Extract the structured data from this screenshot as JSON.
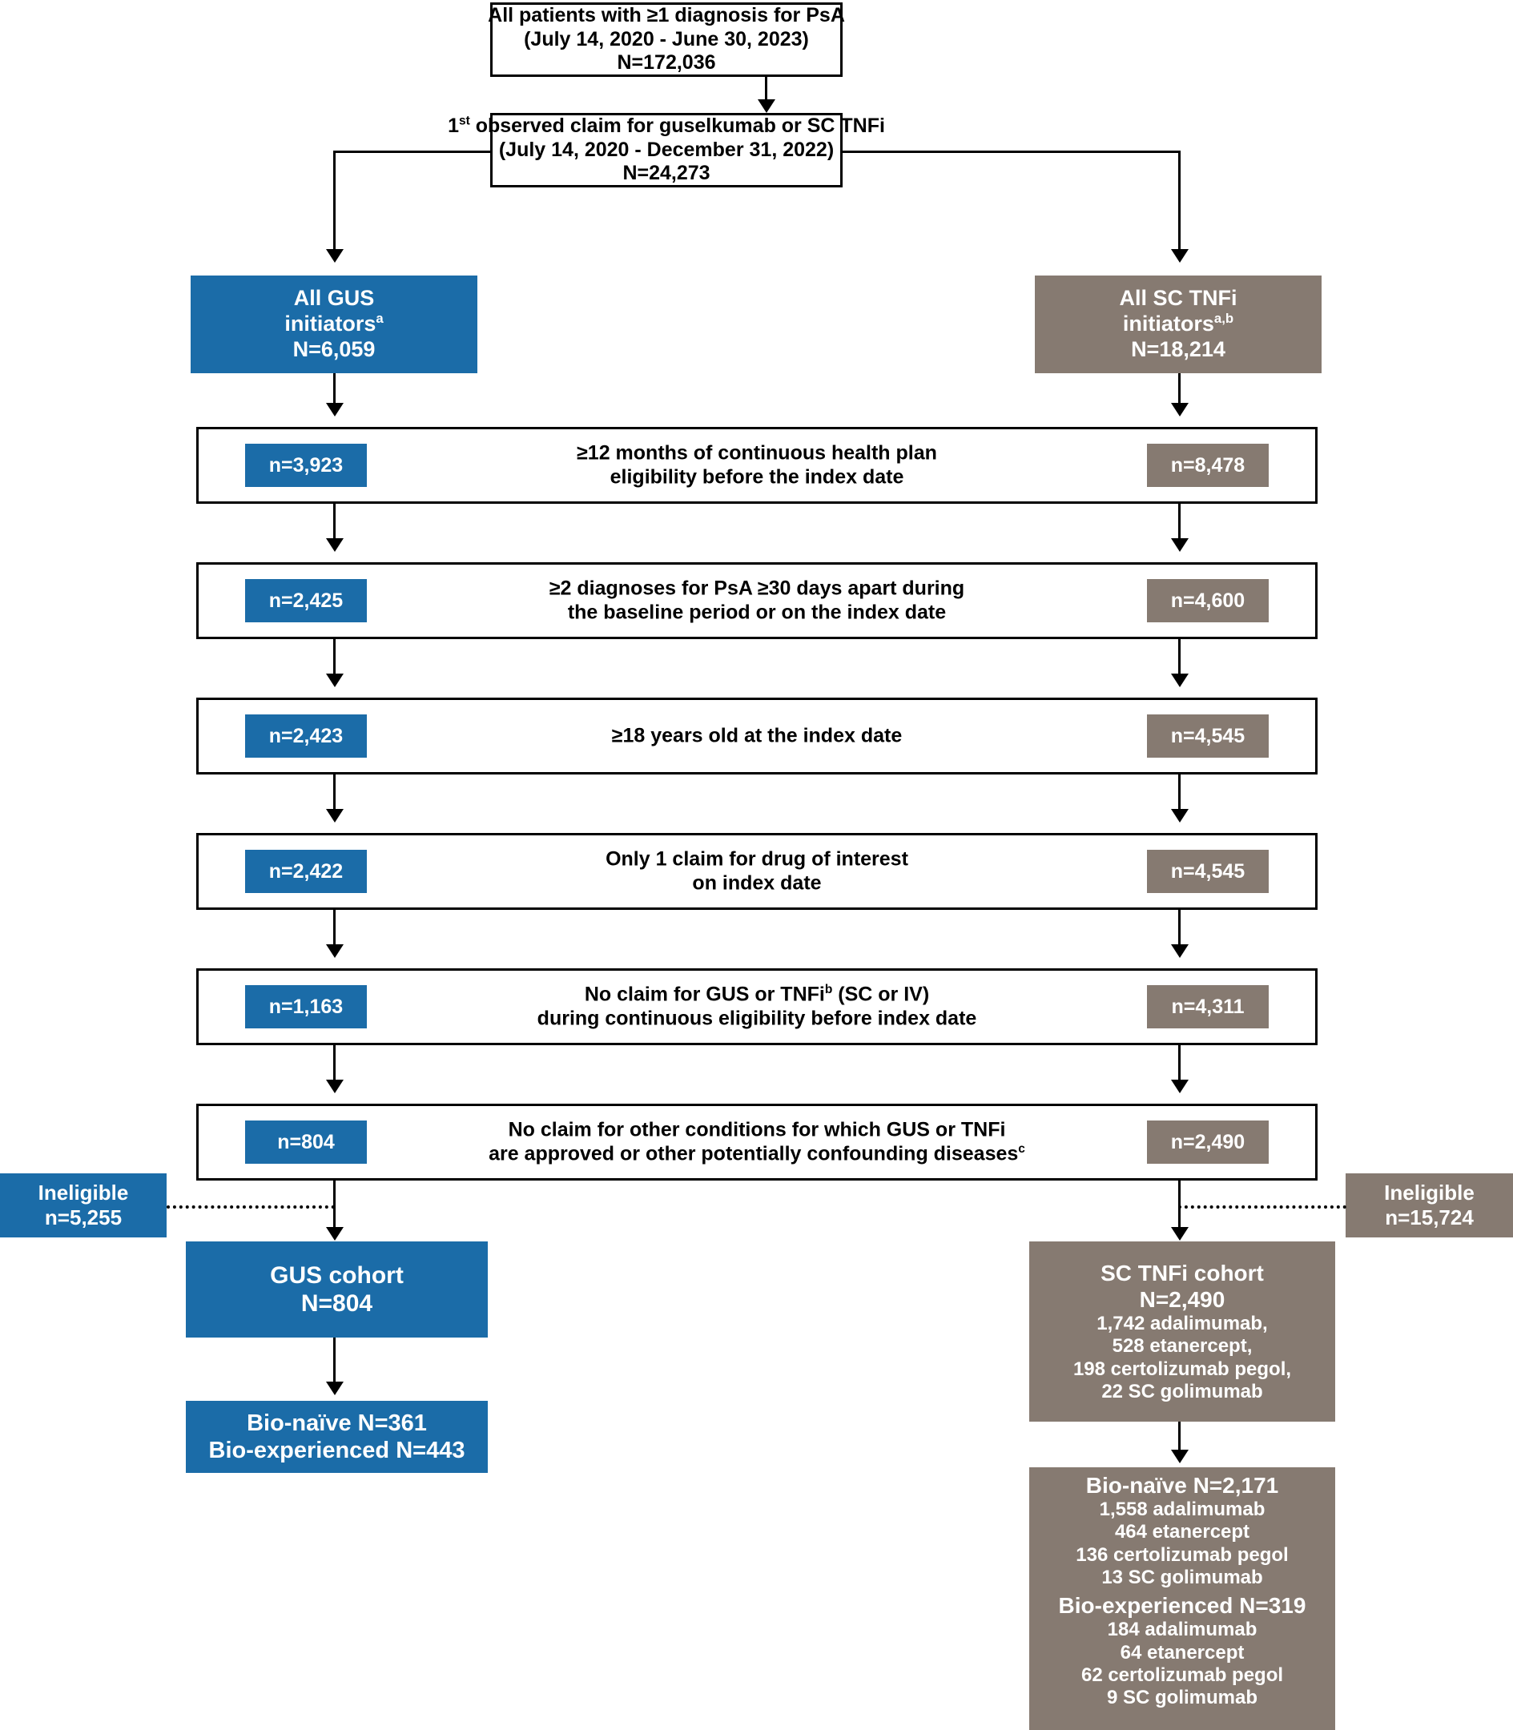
{
  "colors": {
    "gus_blue": "#1b6ca8",
    "tnfi_brown": "#867a71",
    "outline": "#000000",
    "background": "#ffffff"
  },
  "chart_data": {
    "type": "flowchart",
    "title": "Patient attrition flow diagram: GUS vs SC TNFi initiators with PsA",
    "nodes": [
      {
        "id": "source",
        "label": "All patients with ≥1 diagnosis for PsA (July 14, 2020 - June 30, 2023)",
        "n": 172036
      },
      {
        "id": "first_claim",
        "label": "1st observed claim for guselkumab or SC TNFi (July 14, 2020 - December 31, 2022)",
        "n": 24273
      },
      {
        "id": "gus_init",
        "label": "All GUS initiators",
        "n": 6059
      },
      {
        "id": "tnfi_init",
        "label": "All SC TNFi initiators",
        "n": 18214
      },
      {
        "id": "gus_cohort",
        "label": "GUS cohort",
        "n": 804
      },
      {
        "id": "tnfi_cohort",
        "label": "SC TNFi cohort",
        "n": 2490
      }
    ],
    "criteria_steps": [
      {
        "criterion": "≥12 months of continuous health plan eligibility before the index date",
        "gus": 3923,
        "tnfi": 8478
      },
      {
        "criterion": "≥2 diagnoses for PsA ≥30 days apart during the baseline period or on the index date",
        "gus": 2425,
        "tnfi": 4600
      },
      {
        "criterion": "≥18 years old at the index date",
        "gus": 2423,
        "tnfi": 4545
      },
      {
        "criterion": "Only 1 claim for drug of interest on index date",
        "gus": 2422,
        "tnfi": 4545
      },
      {
        "criterion": "No claim for GUS or TNFi (SC or IV) during continuous eligibility before index date",
        "gus": 1163,
        "tnfi": 4311
      },
      {
        "criterion": "No claim for other conditions for which GUS or TNFi are approved or other potentially confounding diseases",
        "gus": 804,
        "tnfi": 2490
      }
    ],
    "ineligible": {
      "gus": 5255,
      "tnfi": 15724
    }
  },
  "top": {
    "source_box": {
      "line1": "All patients with ≥1 diagnosis for PsA",
      "line2": "(July 14, 2020 - June 30, 2023)",
      "line3": "N=172,036"
    },
    "first_claim_box": {
      "line1_pre": "1",
      "line1_sup": "st",
      "line1_post": " observed claim for guselkumab or SC TNFi",
      "line2": "(July 14, 2020 - December 31, 2022)",
      "line3": "N=24,273"
    }
  },
  "initiators": {
    "gus": {
      "line1": "All GUS",
      "line2_pre": "initiators",
      "line2_sup": "a",
      "line3": "N=6,059"
    },
    "tnfi": {
      "line1": "All SC TNFi",
      "line2_pre": "initiators",
      "line2_sup": "a,b",
      "line3": "N=18,214"
    }
  },
  "criteria": [
    {
      "gus_n": "n=3,923",
      "tnfi_n": "n=8,478",
      "text_line1": "≥12 months of continuous health plan",
      "text_line2": "eligibility before the index date",
      "sup": ""
    },
    {
      "gus_n": "n=2,425",
      "tnfi_n": "n=4,600",
      "text_line1": "≥2 diagnoses for PsA ≥30 days apart during",
      "text_line2": "the baseline period or on the index date",
      "sup": ""
    },
    {
      "gus_n": "n=2,423",
      "tnfi_n": "n=4,545",
      "text_line1": "≥18 years old at the index date",
      "text_line2": "",
      "sup": ""
    },
    {
      "gus_n": "n=2,422",
      "tnfi_n": "n=4,545",
      "text_line1": "Only 1 claim for drug of interest",
      "text_line2": "on index date",
      "sup": ""
    },
    {
      "gus_n": "n=1,163",
      "tnfi_n": "n=4,311",
      "text_line1_pre": "No claim for GUS or TNFi",
      "text_line1_sup": "b",
      "text_line1_post": " (SC or IV)",
      "text_line2": "during continuous eligibility before index date",
      "sup": "b"
    },
    {
      "gus_n": "n=804",
      "tnfi_n": "n=2,490",
      "text_line1": "No claim for other conditions for which GUS or TNFi",
      "text_line2_pre": "are approved or other potentially confounding diseases",
      "text_line2_sup": "c",
      "sup": "c"
    }
  ],
  "ineligible": {
    "gus": {
      "label": "Ineligible",
      "value": "n=5,255"
    },
    "tnfi": {
      "label": "Ineligible",
      "value": "n=15,724"
    }
  },
  "cohorts": {
    "gus": {
      "line1": "GUS cohort",
      "line2": "N=804"
    },
    "tnfi": {
      "line1": "SC TNFi cohort",
      "line2": "N=2,490",
      "detail1": "1,742 adalimumab,",
      "detail2": "528 etanercept,",
      "detail3": "198 certolizumab pegol,",
      "detail4": "22 SC golimumab"
    }
  },
  "bio": {
    "gus": {
      "line1": "Bio-naïve N=361",
      "line2": "Bio-experienced N=443"
    },
    "tnfi": {
      "naive_header": "Bio-naïve N=2,171",
      "naive_d1": "1,558 adalimumab",
      "naive_d2": "464 etanercept",
      "naive_d3": "136 certolizumab pegol",
      "naive_d4": "13 SC golimumab",
      "exp_header": "Bio-experienced N=319",
      "exp_d1": "184 adalimumab",
      "exp_d2": "64 etanercept",
      "exp_d3": "62 certolizumab pegol",
      "exp_d4": "9 SC golimumab"
    }
  }
}
